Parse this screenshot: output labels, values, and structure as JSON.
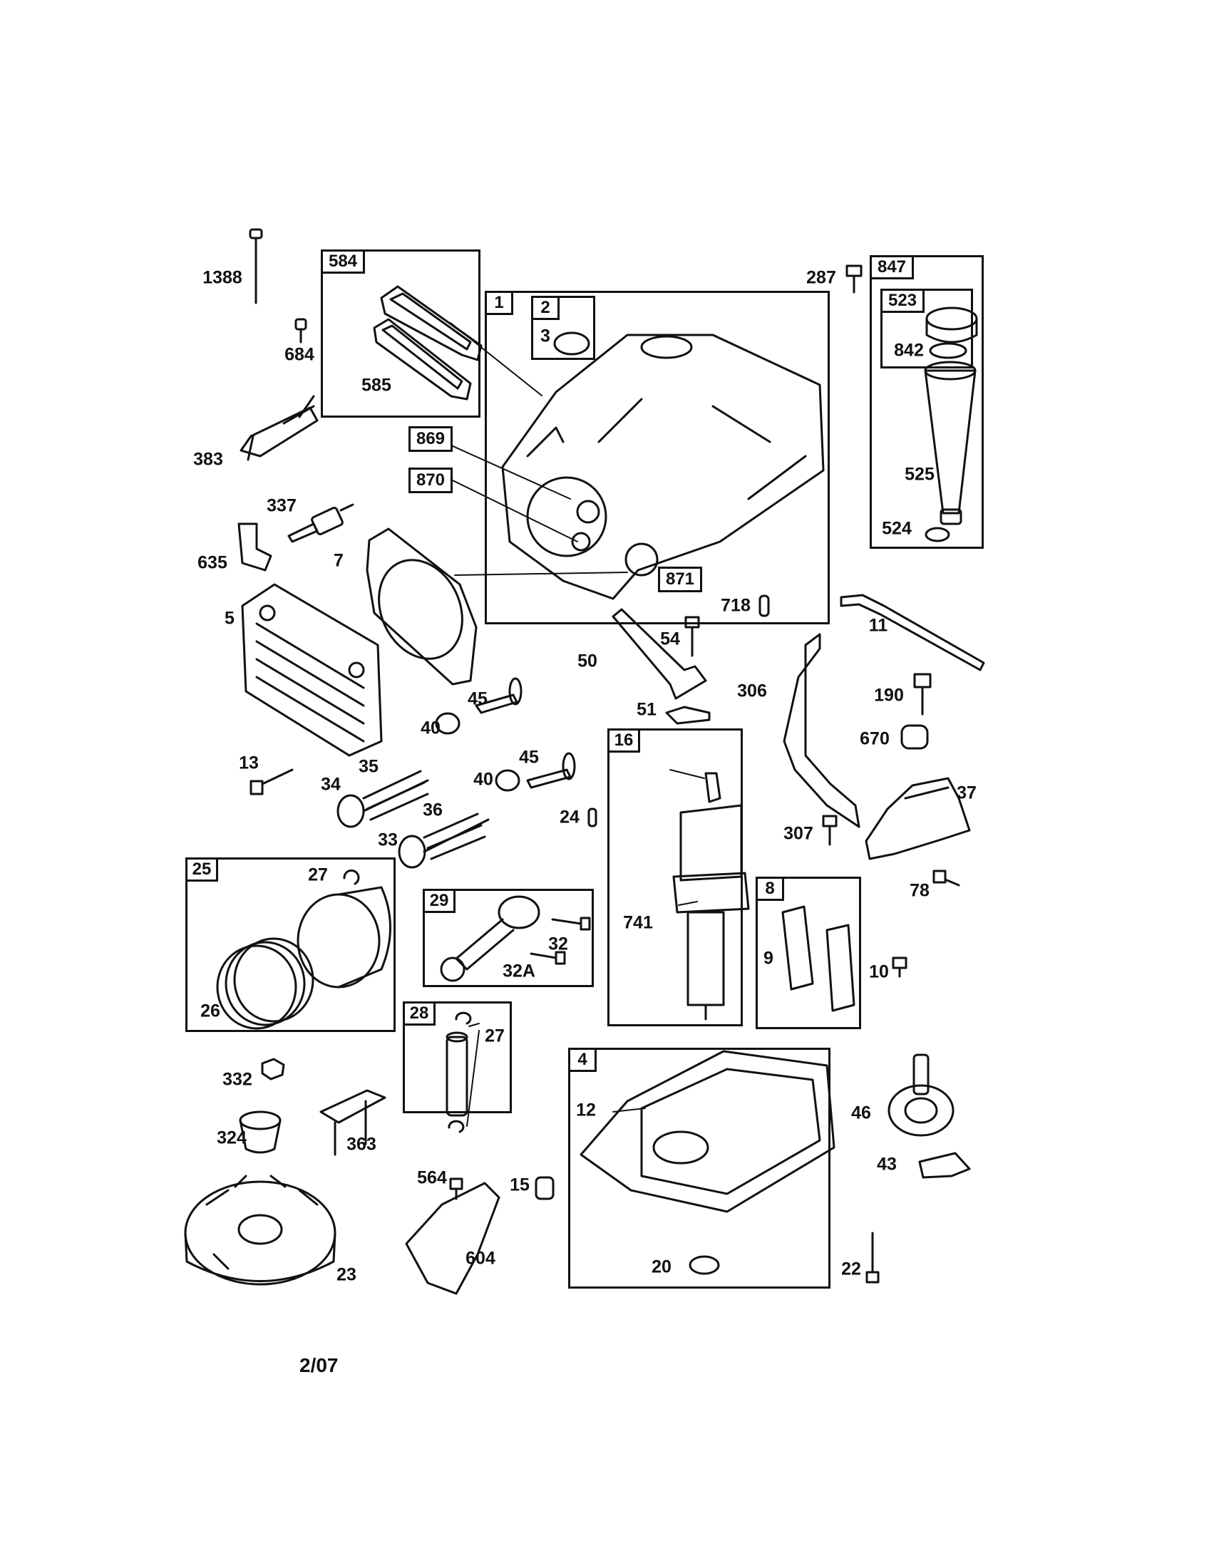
{
  "footer_code": "2/07",
  "groups": {
    "g584": "584",
    "g1": "1",
    "g2": "2",
    "g847": "847",
    "g523": "523",
    "g869": "869",
    "g870": "870",
    "g871": "871",
    "g16": "16",
    "g25": "25",
    "g29": "29",
    "g8": "8",
    "g28": "28",
    "g4": "4"
  },
  "parts": {
    "p1388": "1388",
    "p684": "684",
    "p585": "585",
    "p383": "383",
    "p337": "337",
    "p635": "635",
    "p7": "7",
    "p5": "5",
    "p3": "3",
    "p287": "287",
    "p842": "842",
    "p525": "525",
    "p524": "524",
    "p718": "718",
    "p11": "11",
    "p54": "54",
    "p50": "50",
    "p51": "51",
    "p306": "306",
    "p190": "190",
    "p670": "670",
    "p45a": "45",
    "p40a": "40",
    "p45b": "45",
    "p40b": "40",
    "p13": "13",
    "p35": "35",
    "p34": "34",
    "p36": "36",
    "p33": "33",
    "p24": "24",
    "p307": "307",
    "p37": "37",
    "p78": "78",
    "p741": "741",
    "p27a": "27",
    "p26": "26",
    "p32": "32",
    "p32a": "32A",
    "p9": "9",
    "p10": "10",
    "p27b": "27",
    "p332": "332",
    "p324": "324",
    "p363": "363",
    "p12": "12",
    "p46": "46",
    "p43": "43",
    "p564": "564",
    "p15": "15",
    "p604": "604",
    "p23": "23",
    "p20": "20",
    "p22": "22"
  }
}
